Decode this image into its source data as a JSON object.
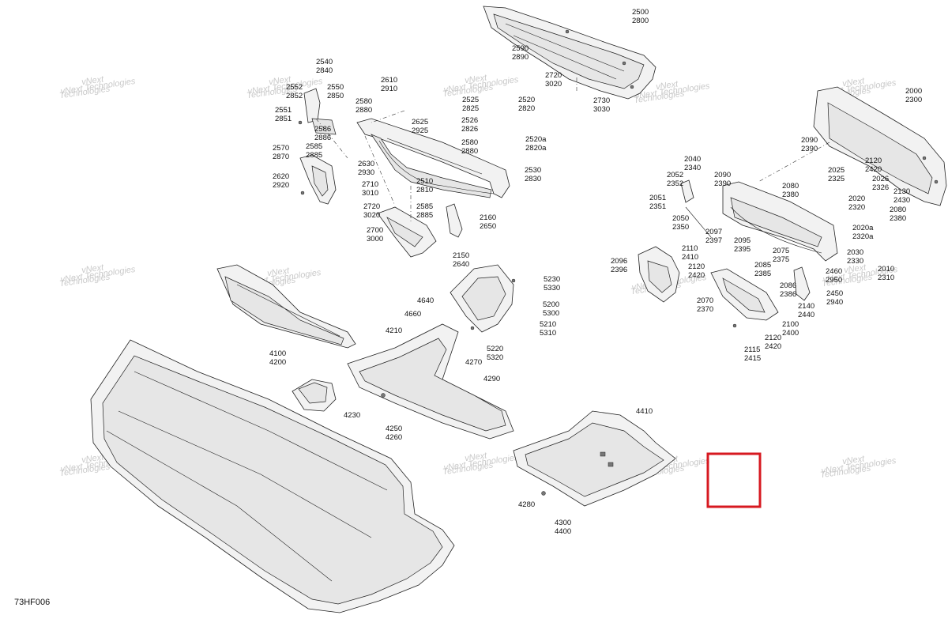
{
  "diagram": {
    "code": "73HF006",
    "watermark_line1": "vNext",
    "watermark_line2": "Technologies",
    "watermark_inline": "vNext Technologies",
    "highlight_color": "#d71920",
    "labels": [
      {
        "a": "2500",
        "b": "2800"
      },
      {
        "a": "2590",
        "b": "2890"
      },
      {
        "a": "2720",
        "b": "3020"
      },
      {
        "a": "2730",
        "b": "3030"
      },
      {
        "a": "2610",
        "b": "2910"
      },
      {
        "a": "2540",
        "b": "2840"
      },
      {
        "a": "2550",
        "b": "2850"
      },
      {
        "a": "2552",
        "b": "2852"
      },
      {
        "a": "2551",
        "b": "2851"
      },
      {
        "a": "2580",
        "b": "2880"
      },
      {
        "a": "2586",
        "b": "2886"
      },
      {
        "a": "2585",
        "b": "2885"
      },
      {
        "a": "2570",
        "b": "2870"
      },
      {
        "a": "2620",
        "b": "2920"
      },
      {
        "a": "2625",
        "b": "2925"
      },
      {
        "a": "2630",
        "b": "2930"
      },
      {
        "a": "2525",
        "b": "2825"
      },
      {
        "a": "2520",
        "b": "2820"
      },
      {
        "a": "2526",
        "b": "2826"
      },
      {
        "a": "2520a",
        "b": "2820a"
      },
      {
        "a": "2580",
        "b": "2880"
      },
      {
        "a": "2530",
        "b": "2830"
      },
      {
        "a": "2710",
        "b": "3010"
      },
      {
        "a": "2510",
        "b": "2810"
      },
      {
        "a": "2720",
        "b": "3020"
      },
      {
        "a": "2585",
        "b": "2885"
      },
      {
        "a": "2160",
        "b": "2650"
      },
      {
        "a": "2700",
        "b": "3000"
      },
      {
        "a": "2150",
        "b": "2640"
      },
      {
        "a": "2000",
        "b": "2300"
      },
      {
        "a": "2090",
        "b": "2390"
      },
      {
        "a": "2120",
        "b": "2420"
      },
      {
        "a": "2040",
        "b": "2340"
      },
      {
        "a": "2052",
        "b": "2352"
      },
      {
        "a": "2090",
        "b": "2390"
      },
      {
        "a": "2080",
        "b": "2380"
      },
      {
        "a": "2025",
        "b": "2325"
      },
      {
        "a": "2026",
        "b": "2326"
      },
      {
        "a": "2130",
        "b": "2430"
      },
      {
        "a": "2051",
        "b": "2351"
      },
      {
        "a": "2020",
        "b": "2320"
      },
      {
        "a": "2080",
        "b": "2380"
      },
      {
        "a": "2050",
        "b": "2350"
      },
      {
        "a": "2097",
        "b": "2397"
      },
      {
        "a": "2020a",
        "b": "2320a"
      },
      {
        "a": "2095",
        "b": "2395"
      },
      {
        "a": "2075",
        "b": "2375"
      },
      {
        "a": "2110",
        "b": "2410"
      },
      {
        "a": "2030",
        "b": "2330"
      },
      {
        "a": "2085",
        "b": "2385"
      },
      {
        "a": "2096",
        "b": "2396"
      },
      {
        "a": "2120",
        "b": "2420"
      },
      {
        "a": "2010",
        "b": "2310"
      },
      {
        "a": "2460",
        "b": "2950"
      },
      {
        "a": "2086",
        "b": "2386"
      },
      {
        "a": "2070",
        "b": "2370"
      },
      {
        "a": "2450",
        "b": "2940"
      },
      {
        "a": "2140",
        "b": "2440"
      },
      {
        "a": "2100",
        "b": "2400"
      },
      {
        "a": "2120",
        "b": "2420"
      },
      {
        "a": "2115",
        "b": "2415"
      },
      {
        "a": "5230",
        "b": "5330"
      },
      {
        "a": "4640",
        "b": ""
      },
      {
        "a": "5200",
        "b": "5300"
      },
      {
        "a": "4660",
        "b": ""
      },
      {
        "a": "5210",
        "b": "5310"
      },
      {
        "a": "4210",
        "b": ""
      },
      {
        "a": "5220",
        "b": "5320"
      },
      {
        "a": "4270",
        "b": ""
      },
      {
        "a": "4100",
        "b": "4200"
      },
      {
        "a": "4290",
        "b": ""
      },
      {
        "a": "4230",
        "b": ""
      },
      {
        "a": "4250",
        "b": "4260"
      },
      {
        "a": "4410",
        "b": ""
      },
      {
        "a": "4280",
        "b": ""
      },
      {
        "a": "4300",
        "b": "4400"
      }
    ]
  }
}
